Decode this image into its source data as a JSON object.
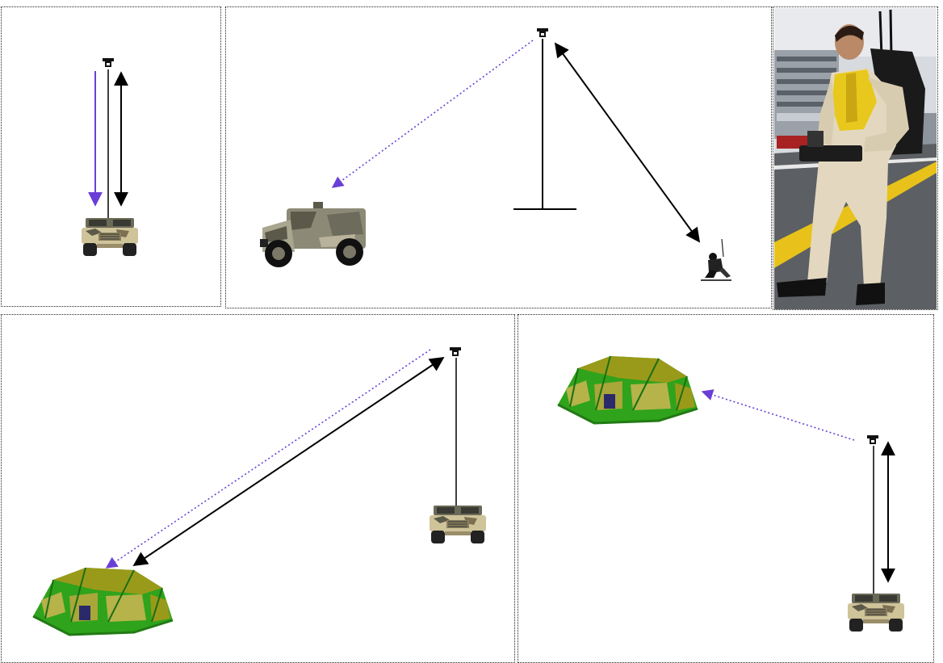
{
  "colors": {
    "background": "#ffffff",
    "panel_border": "#222222",
    "uplink_arrow": "#6a3fd6",
    "link_arrow": "#000000",
    "camo_tan": "#cfc39a",
    "camo_dark": "#5b5a4a",
    "tent_green": "#2fa31b",
    "tent_olive": "#9a9a1a",
    "track_yellow": "#e8c21a"
  },
  "scenes": [
    {
      "name": "vehicle-mast-link",
      "icons": [
        "mast-antenna-icon",
        "humvee-icon"
      ],
      "links": [
        "purple-downlink-arrow",
        "black-two-way-arrow"
      ]
    },
    {
      "name": "mast-relay-to-truck-and-soldier",
      "icons": [
        "tall-mast-icon",
        "armored-truck-icon",
        "kneeling-soldier-icon"
      ],
      "links": [
        "purple-dotted-arrow",
        "black-two-way-arrow"
      ]
    },
    {
      "name": "backpack-operator-photo",
      "icons": [
        "operator-photo"
      ],
      "links": []
    },
    {
      "name": "vehicle-to-tent-long-link",
      "icons": [
        "mast-antenna-icon",
        "humvee-icon",
        "tent-icon"
      ],
      "links": [
        "purple-dotted-arrow",
        "black-two-way-arrow"
      ]
    },
    {
      "name": "vehicle-mast-and-tent",
      "icons": [
        "mast-antenna-icon",
        "humvee-icon",
        "tent-icon"
      ],
      "links": [
        "purple-dotted-arrow",
        "black-two-way-arrow"
      ]
    }
  ]
}
